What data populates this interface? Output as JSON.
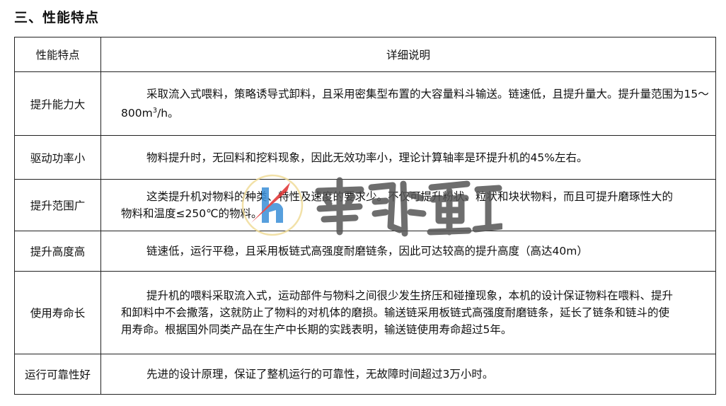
{
  "title": "三、性能特点",
  "table": {
    "headers": [
      "性能特点",
      "详细说明"
    ],
    "rows": [
      {
        "feature": "提升能力大",
        "desc": "采取流入式喂料，策略诱导式卸料，且采用密集型布置的大容量料斗输送。链速低，且提升量大。提升量范围为15～800m",
        "sup": "3",
        "desc_tail": "/h。"
      },
      {
        "feature": "驱动功率小",
        "desc": "物料提升时，无回料和挖料现象，因此无效功率小，理论计算轴率是环提升机的45%左右。"
      },
      {
        "feature": "提升范围广",
        "desc": "这类提升机对物料的种类、特性及速度的要求少。不仅可提升粉状、粒状和块状物料，而且可提升磨琢性大的物料和温度≤250℃的物料。"
      },
      {
        "feature": "提升高度高",
        "desc": "链速低，运行平稳，且采用板链式高强度耐磨链条，因此可达较高的提升高度（高达40m）"
      },
      {
        "feature": "使用寿命长",
        "desc": "提升机的喂料采取流入式，运动部件与物料之间很少发生挤压和碰撞现象，本机的设计保证物料在喂料、提升和卸料中不会撒落，这就防止了物料的对机体的磨损。输送链采用板链式高强度耐磨链条，延长了链条和链斗的使用寿命。根据国外同类产品在生产中长期的实践表明，输送链使用寿命超过5年。"
      },
      {
        "feature": "运行可靠性好",
        "desc": "先进的设计原理，保证了整机运行的可靠性，无故障时间超过3万小时。"
      }
    ]
  },
  "watermark": {
    "text": "华飞重工",
    "colors": {
      "ring": "#f0dc9a",
      "blue": "#3a8fd8",
      "red": "#e03030",
      "gray": "#555555"
    }
  }
}
